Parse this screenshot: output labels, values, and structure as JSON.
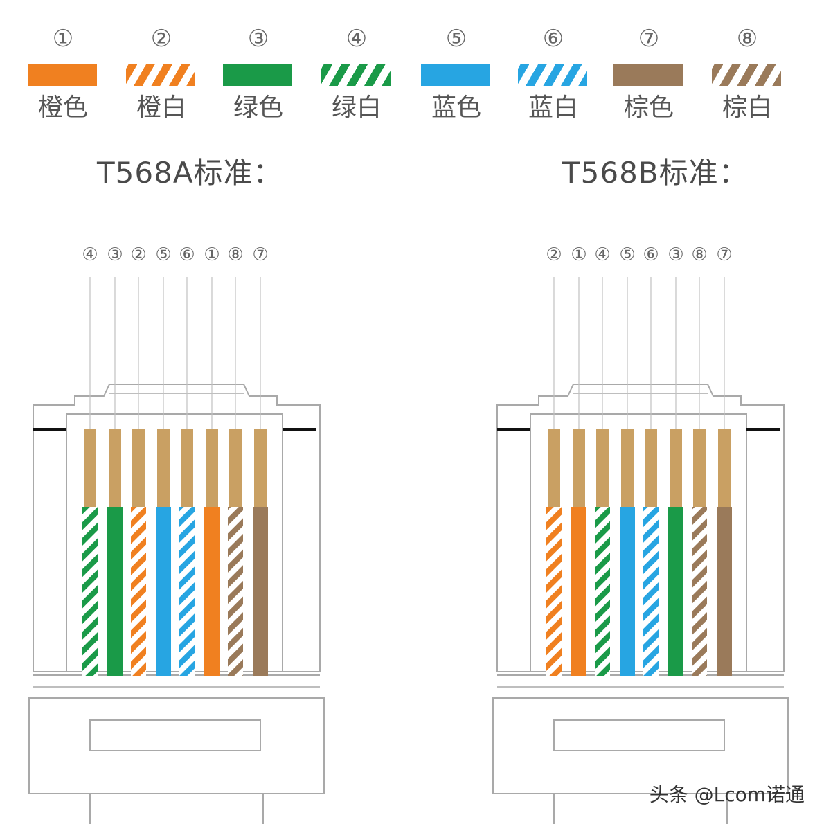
{
  "legend": [
    {
      "num": "①",
      "name": "橙色",
      "color": "#f08020",
      "striped": false
    },
    {
      "num": "②",
      "name": "橙白",
      "color": "#f08020",
      "striped": true
    },
    {
      "num": "③",
      "name": "绿色",
      "color": "#1a9a48",
      "striped": false
    },
    {
      "num": "④",
      "name": "绿白",
      "color": "#1a9a48",
      "striped": true
    },
    {
      "num": "⑤",
      "name": "蓝色",
      "color": "#27a5e2",
      "striped": false
    },
    {
      "num": "⑥",
      "name": "蓝白",
      "color": "#27a5e2",
      "striped": true
    },
    {
      "num": "⑦",
      "name": "棕色",
      "color": "#9a7a5a",
      "striped": false
    },
    {
      "num": "⑧",
      "name": "棕白",
      "color": "#9a7a5a",
      "striped": true
    }
  ],
  "standards": [
    {
      "title": "T568A标准：",
      "order": [
        "④",
        "③",
        "②",
        "⑤",
        "⑥",
        "①",
        "⑧",
        "⑦"
      ]
    },
    {
      "title": "T568B标准：",
      "order": [
        "②",
        "①",
        "④",
        "⑤",
        "⑥",
        "③",
        "⑧",
        "⑦"
      ]
    }
  ],
  "watermark": "头条 @Lcom诺通",
  "colors": {
    "contact": "#c9a063",
    "outline": "#a9a9a9",
    "guide": "#c0c0c0",
    "bar": "#111111"
  }
}
